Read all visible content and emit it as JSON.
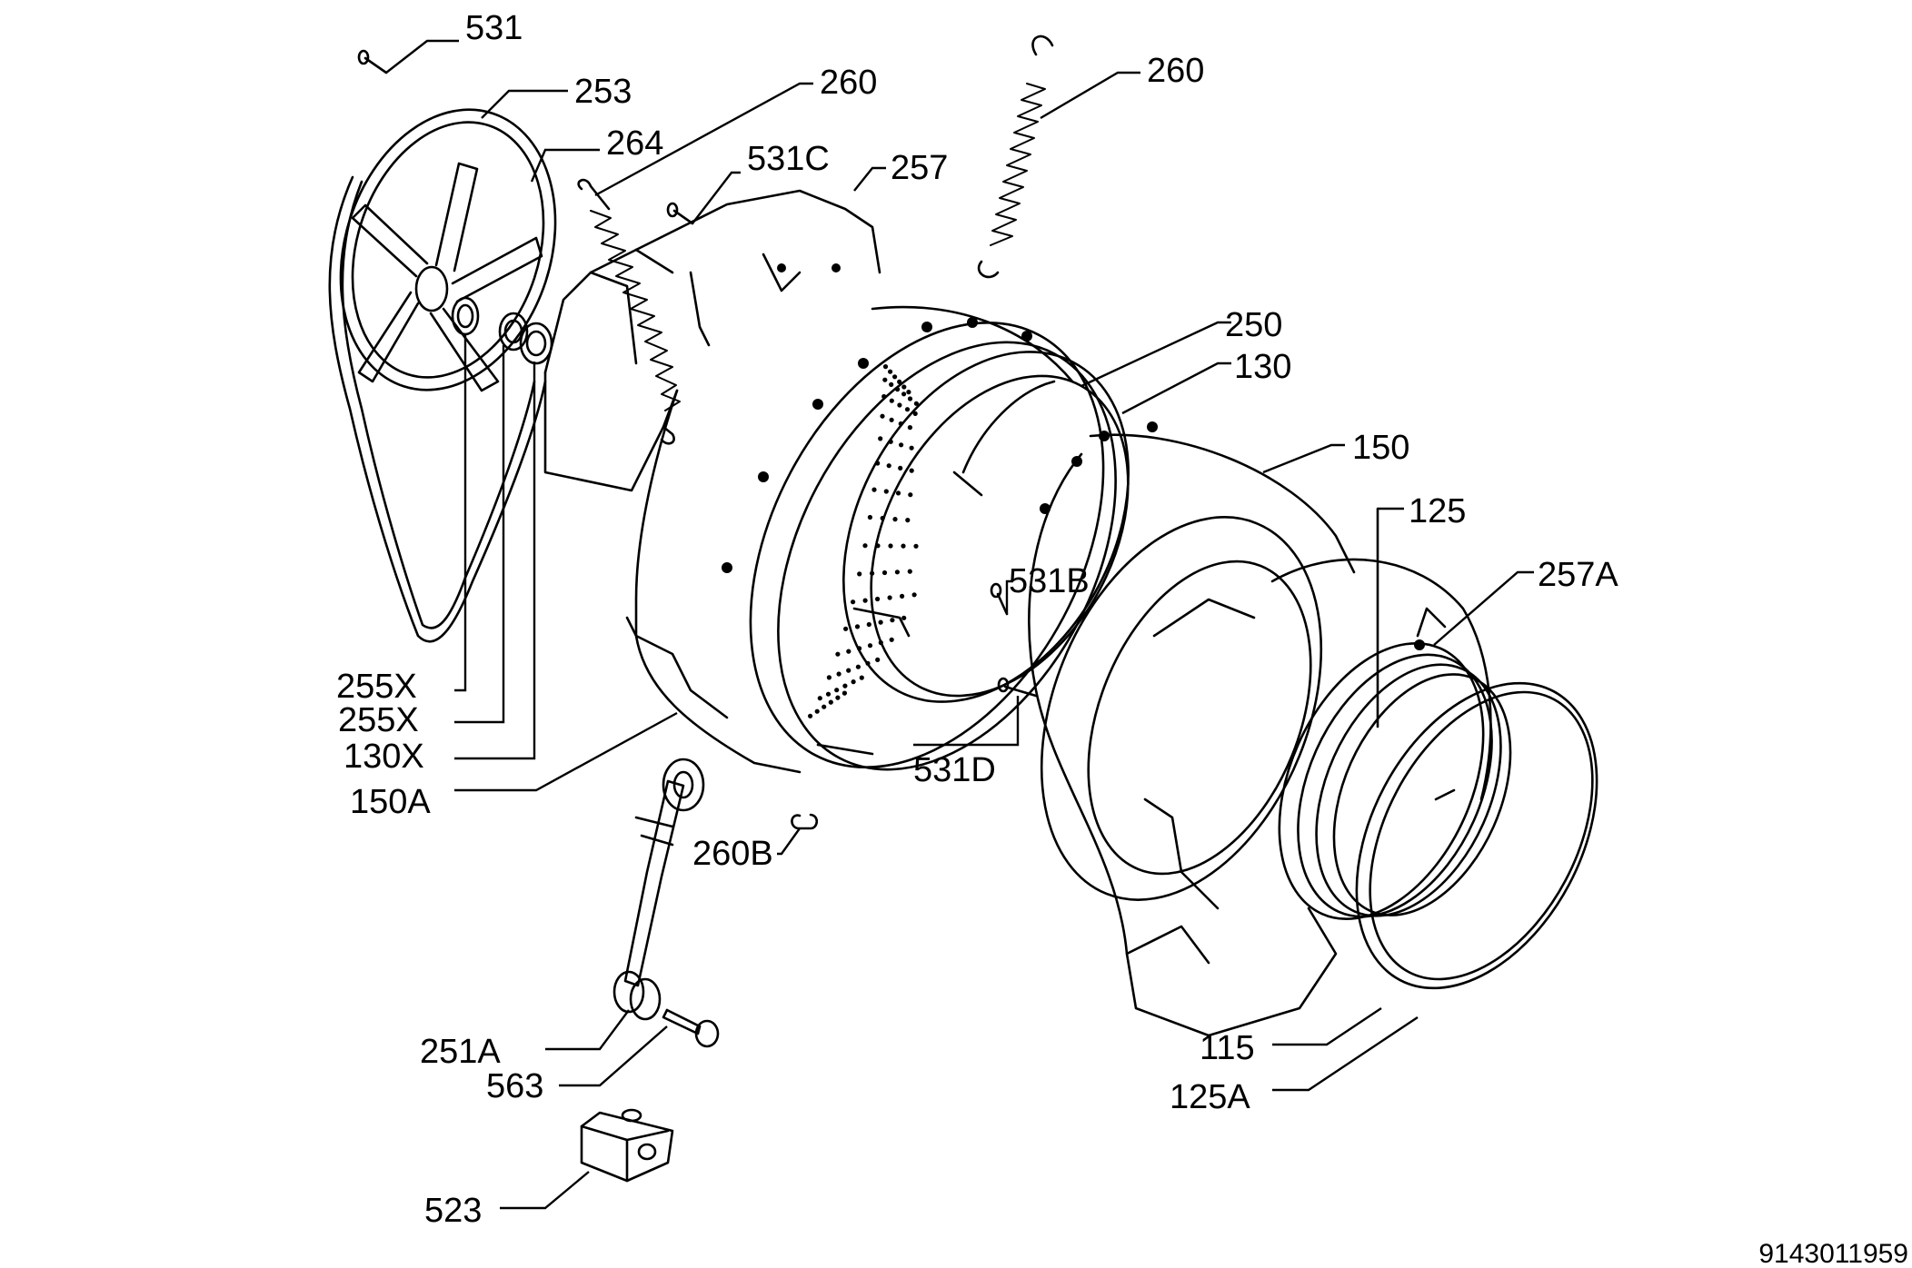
{
  "labels": {
    "p531": "531",
    "p253": "253",
    "p260_top": "260",
    "p264": "264",
    "p531C": "531C",
    "p257": "257",
    "p260_right": "260",
    "p250": "250",
    "p130": "130",
    "p150": "150",
    "p125": "125",
    "p257A": "257A",
    "p531B": "531B",
    "p531D": "531D",
    "p255X_a": "255X",
    "p255X_b": "255X",
    "p130X": "130X",
    "p150A": "150A",
    "p260B": "260B",
    "p251A": "251A",
    "p563": "563",
    "p523": "523",
    "p115": "115",
    "p125A": "125A"
  },
  "figure_code": "9143011959"
}
